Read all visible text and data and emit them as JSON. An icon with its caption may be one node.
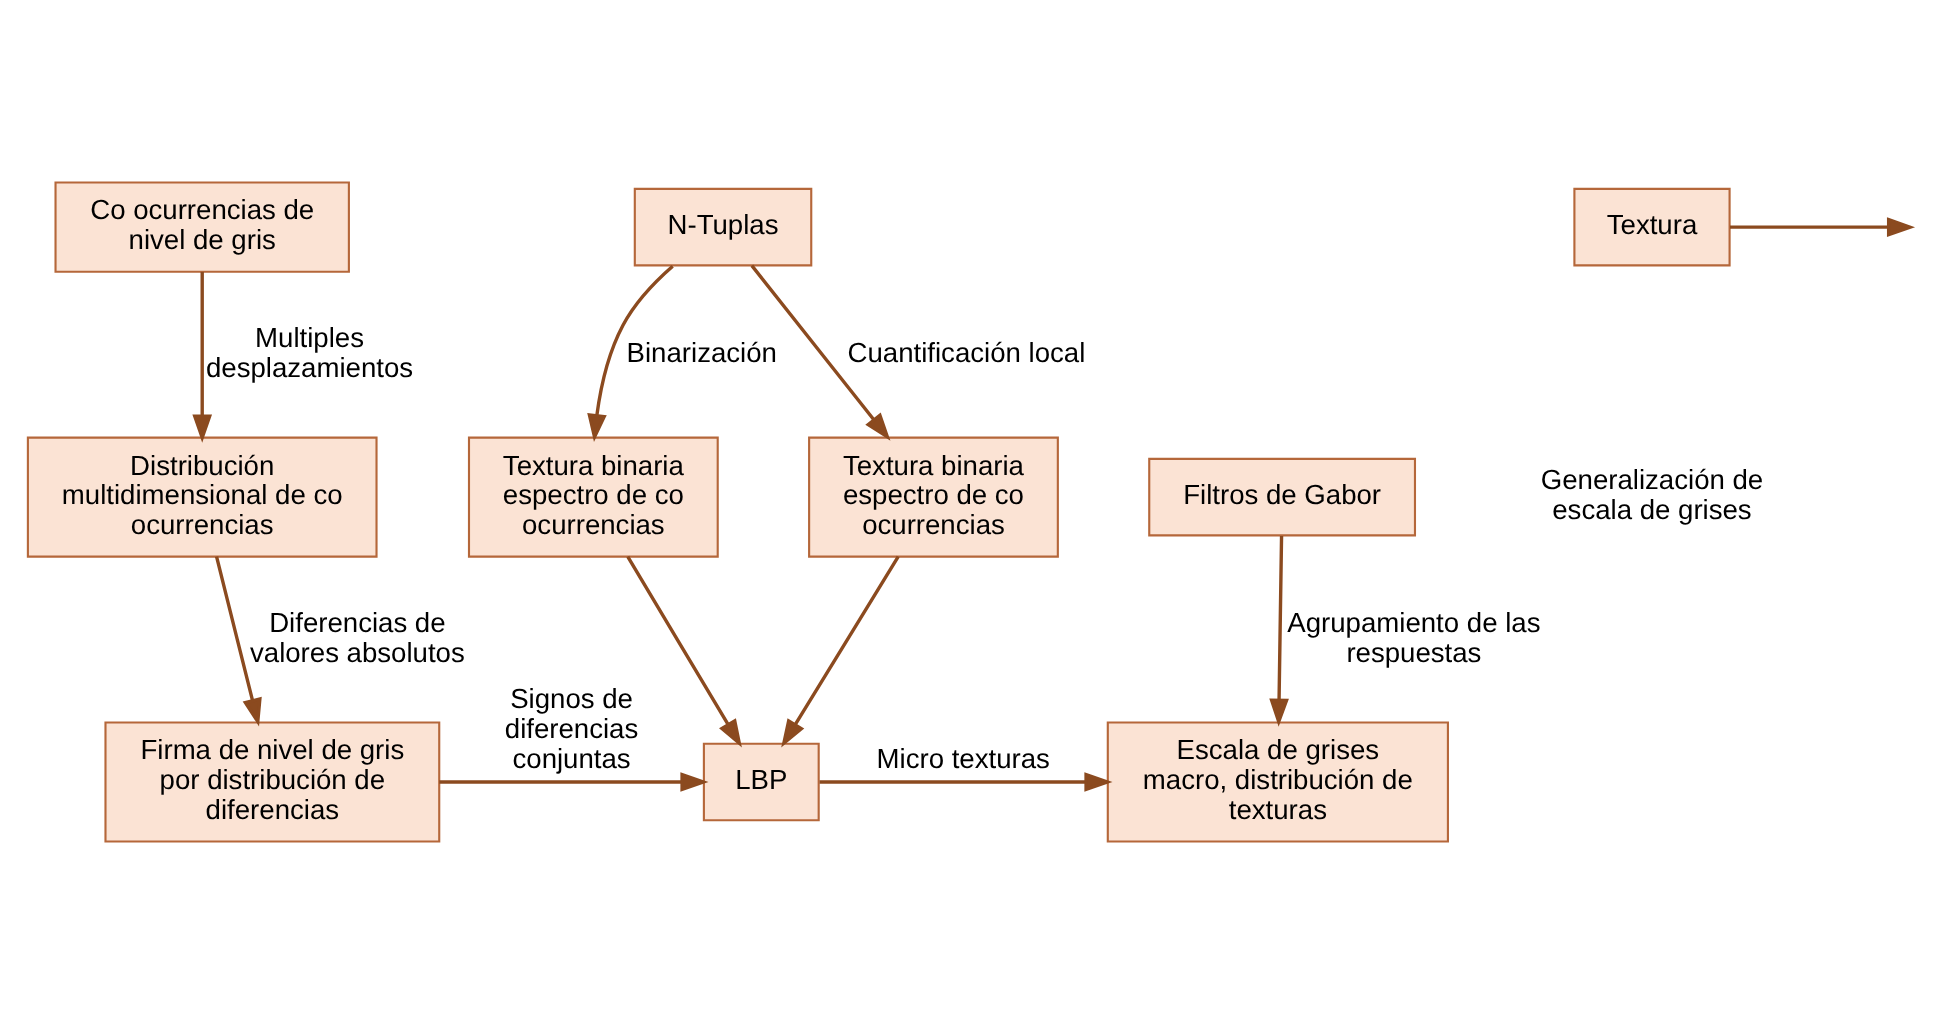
{
  "diagram": {
    "nodes": [
      {
        "text": [
          "Co ocurrencias de nivel de gris"
        ]
      },
      {
        "text": [
          "N-Tuplas"
        ]
      },
      {
        "text": [
          "Textura"
        ]
      },
      {
        "text": [
          "Distribución multidimensional de co ocurrencias"
        ]
      },
      {
        "text": [
          "Textura binaria espectro de co ocurrencias"
        ]
      },
      {
        "text": [
          "Textura binaria espectro de co ocurrencias"
        ]
      },
      {
        "text": [
          "Filtros de Gabor"
        ]
      },
      {
        "text": [
          "Firma de nivel de gris por distribución de diferencias"
        ]
      },
      {
        "text": [
          "LBP"
        ]
      },
      {
        "text": [
          "Escala de grises macro, distribución de texturas"
        ]
      }
    ],
    "edges": [
      {
        "from": 0,
        "to": 3,
        "arrow": "to",
        "label": "Multiples desplazamientos"
      },
      {
        "from": 3,
        "to": 7,
        "arrow": "to",
        "label": "Diferencias de valores absolutos"
      },
      {
        "from": 1,
        "to": 4,
        "arrow": "to",
        "label": "Binarización"
      },
      {
        "from": 1,
        "to": 5,
        "arrow": "to",
        "label": "Cuantificación local"
      },
      {
        "from": 2,
        "to": null,
        "arrow": "to"
      },
      {
        "from": 6,
        "to": 9,
        "arrow": "to",
        "label": "Agrupamiento de las respuestas"
      },
      {
        "from": 4,
        "to": 8,
        "arrow": "to"
      },
      {
        "from": 5,
        "to": 8,
        "arrow": "to"
      },
      {
        "from": 7,
        "to": 8,
        "arrow": "to",
        "label": "Signos de diferencias conjuntas"
      },
      {
        "from": 8,
        "to": 9,
        "arrow": "to",
        "label": "Micro texturas"
      }
    ],
    "labels": [
      "Generalización de escala de grises"
    ]
  }
}
